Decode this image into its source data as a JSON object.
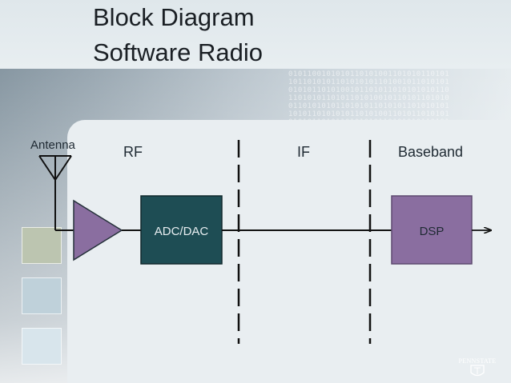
{
  "title": {
    "line1": "Block Diagram",
    "line2": "Software Radio"
  },
  "diagram": {
    "antenna_label": "Antenna",
    "sections": [
      "RF",
      "IF",
      "Baseband"
    ],
    "blocks": {
      "adc_dac": "ADC/DAC",
      "dsp": "DSP"
    }
  },
  "logo": {
    "text": "PENNSTATE"
  },
  "colors": {
    "amplifier_fill": "#8a6ea0",
    "adc_fill": "#1e4d54",
    "dsp_fill": "#8a6ea0",
    "line": "#111111"
  }
}
